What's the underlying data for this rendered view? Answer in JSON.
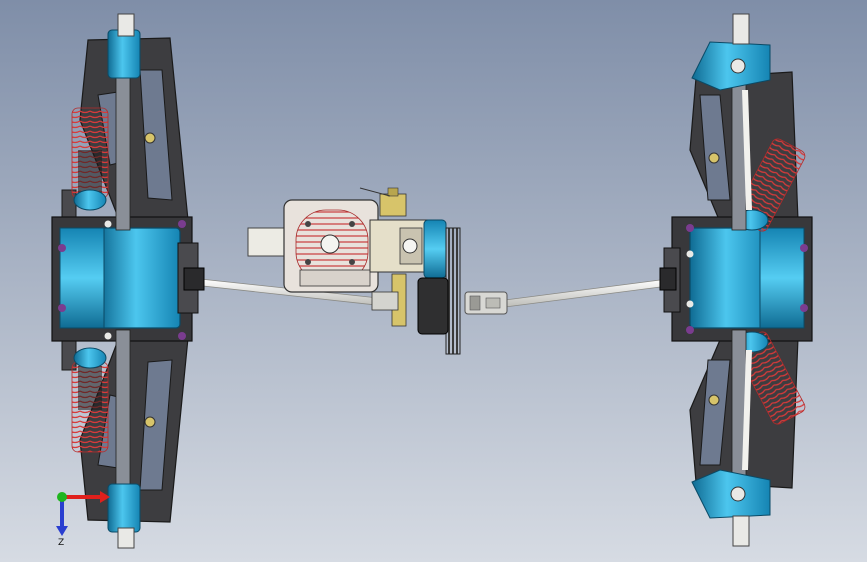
{
  "window": {
    "title": ""
  },
  "viewport": {
    "background_top": "#7f8ea8",
    "background_bottom": "#d6dbe3"
  },
  "model": {
    "name": "",
    "assemblies": [
      "front-suspension-assembly",
      "rear-suspension-assembly",
      "engine-assembly",
      "center-drive-shaft"
    ]
  },
  "colors": {
    "chassis_arm": "#3d3d40",
    "arm_edge": "#1a1a1a",
    "anodized_blue": "#27a6d6",
    "anodized_blue_dark": "#0f6b93",
    "spring_red": "#d83a3a",
    "purple_fastener": "#7a3c8f",
    "shaft": "#e9e9e6",
    "engine_head": "#e8e2dc",
    "engine_fins": "#c83b3b",
    "carb_gold": "#d7c46a",
    "gear_grey": "#5a5a5a"
  },
  "triad": {
    "x_label": "",
    "y_label": "",
    "z_label": "Z",
    "x_color": "#e0201c",
    "y_color": "#1fb51f",
    "z_color": "#2a3fd0"
  },
  "icons": [
    "coordinate-triad-icon"
  ]
}
